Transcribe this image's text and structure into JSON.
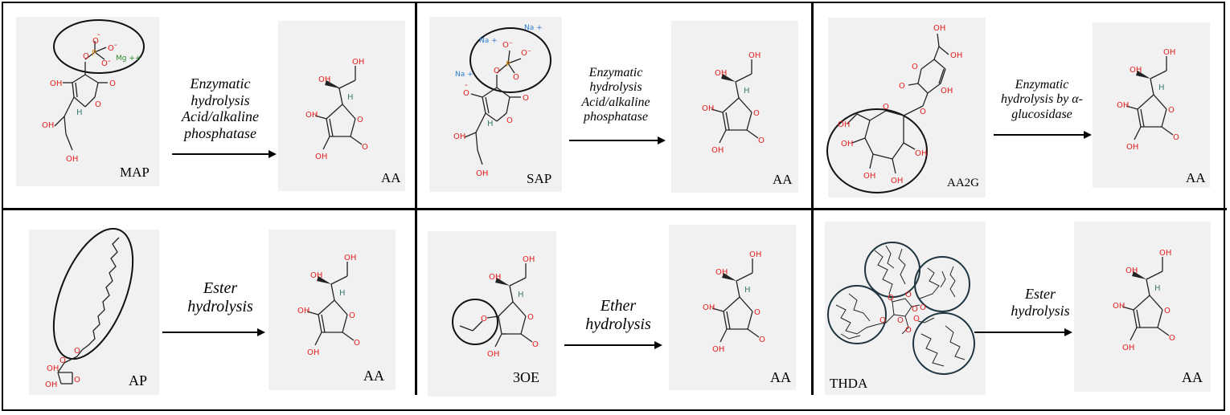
{
  "panels": [
    {
      "reactant": "MAP",
      "product": "AA",
      "caption": [
        "Enzymatic",
        "hydrolysis",
        "Acid/alkaline",
        "phosphatase"
      ]
    },
    {
      "reactant": "SAP",
      "product": "AA",
      "caption": [
        "Enzymatic",
        "hydrolysis",
        "Acid/alkaline",
        "phosphatase"
      ]
    },
    {
      "reactant": "AA2G",
      "product": "AA",
      "caption": [
        "Enzymatic",
        "hydrolysis by α-",
        "glucosidase"
      ]
    },
    {
      "reactant": "AP",
      "product": "AA",
      "caption": [
        "Ester",
        "hydrolysis"
      ]
    },
    {
      "reactant": "3OE",
      "product": "AA",
      "caption": [
        "Ether",
        "hydrolysis"
      ]
    },
    {
      "reactant": "THDA",
      "product": "AA",
      "caption": [
        "Ester",
        "hydrolysis"
      ]
    }
  ],
  "atoms": {
    "O": "O",
    "OH": "OH",
    "H": "H",
    "P": "P",
    "O_minus": "O⁻",
    "Na_plus": "Na +",
    "Mg": "Mg ++"
  },
  "colors": {
    "oxygen": "#e21e1e",
    "hydrogen": "#3b7a73",
    "phosphorus": "#e08a14",
    "sodium": "#2f7fd0",
    "magnesium": "#2e8b2e",
    "box_background": "#f1f1f1",
    "divider": "#000000",
    "ring_highlight": "#1f3441"
  }
}
